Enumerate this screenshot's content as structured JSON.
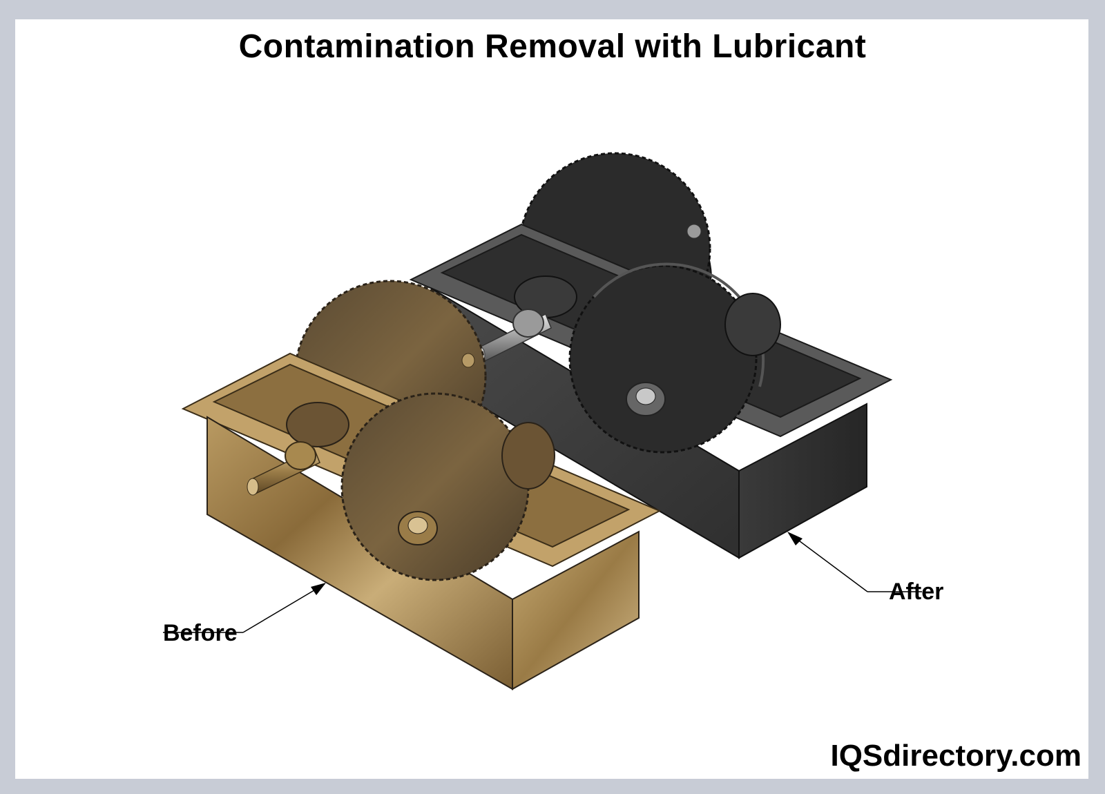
{
  "title": "Contamination Removal with Lubricant",
  "labels": {
    "before": "Before",
    "after": "After"
  },
  "brand": "IQSdirectory.com",
  "colors": {
    "frame": "#c8ccd6",
    "dirty_box": "#a88a55",
    "clean_box": "#3e3e3e",
    "gear_dark": "#2c2c2c"
  }
}
